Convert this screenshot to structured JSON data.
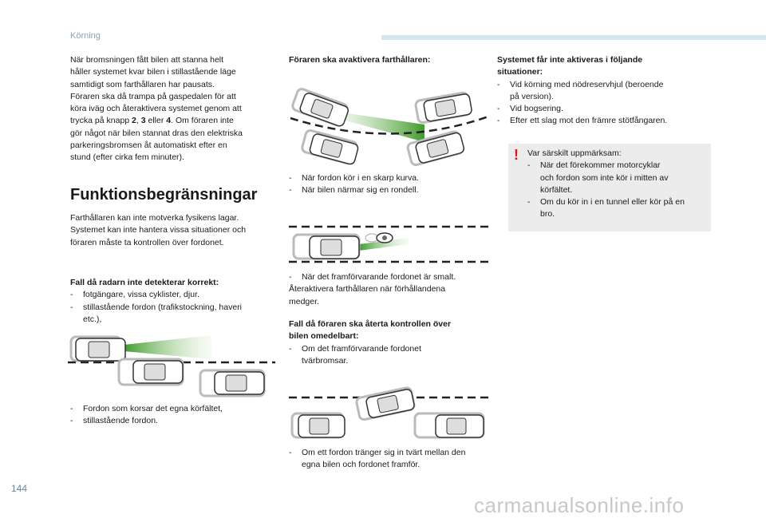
{
  "header": {
    "section": "Körning"
  },
  "col1": {
    "intro_lines": [
      "När bromsningen fått bilen att stanna helt",
      "håller systemet kvar bilen i stillastående läge",
      "samtidigt som farthållaren har pausats.",
      "Föraren ska då trampa på gaspedalen för att",
      "köra iväg och återaktivera systemet genom att",
      "gör något när bilen stannat dras den elektriska",
      "parkeringsbromsen åt automatiskt efter en",
      "stund (efter cirka fem minuter)."
    ],
    "intro_btn_pre": "trycka på knapp ",
    "intro_btn_2": "2",
    "intro_btn_sep1": ", ",
    "intro_btn_3": "3",
    "intro_btn_sep2": " eller ",
    "intro_btn_4": "4",
    "intro_btn_post": ". Om föraren inte",
    "heading": "Funktionsbegränsningar",
    "limit_lines": [
      "Farthållaren kan inte motverka fysikens lagar.",
      "Systemet kan inte hantera vissa situationer och",
      "föraren måste ta kontrollen över fordonet."
    ],
    "radar_title": "Fall då radarn inte detekterar korrekt:",
    "radar_items": [
      "fotgängare, vissa cyklister, djur.",
      "stillastående fordon (trafikstockning, haveri",
      "etc.),"
    ],
    "crossing_items": [
      "Fordon som korsar det egna körfältet,",
      "stillastående fordon."
    ]
  },
  "col2": {
    "title": "Föraren ska avaktivera farthållaren:",
    "curve_items": [
      "När fordon kör i en skarp kurva.",
      "När bilen närmar sig en rondell."
    ],
    "small_item": "När det framförvarande fordonet är smalt.",
    "reactivate_lines": [
      "Återaktivera farthållaren när förhållandena",
      "medger."
    ],
    "takeover_title_lines": [
      "Fall då föraren ska återta kontrollen över",
      "bilen omedelbart:"
    ],
    "takeover_item_lines": [
      "Om det framförvarande fordonet",
      "tvärbromsar."
    ],
    "cutin_item_lines": [
      "Om ett fordon tränger sig in tvärt mellan den",
      "egna bilen och fordonet framför."
    ]
  },
  "col3": {
    "title_lines": [
      "Systemet får inte aktiveras i följande",
      "situationer:"
    ],
    "items": [
      [
        "Vid körning med nödreservhjul (beroende",
        "på version)."
      ],
      [
        "Vid bogsering."
      ],
      [
        "Efter ett slag mot den främre stötfångaren."
      ]
    ],
    "note": {
      "title": "Var särskilt uppmärksam:",
      "items": [
        [
          "När det förekommer motorcyklar",
          "och fordon som inte kör i mitten av",
          "körfältet."
        ],
        [
          "Om du kör in i en tunnel eller kör på en",
          "bro."
        ]
      ]
    }
  },
  "bullet_dash": "-",
  "warning_symbol": "!",
  "page_number": "144",
  "watermark": "carmanualsonline.info",
  "colors": {
    "accent_green": "#5fae2e",
    "header_bar": "#d6e6ef",
    "note_bg": "#ececec",
    "warning_red": "#e3131b"
  }
}
